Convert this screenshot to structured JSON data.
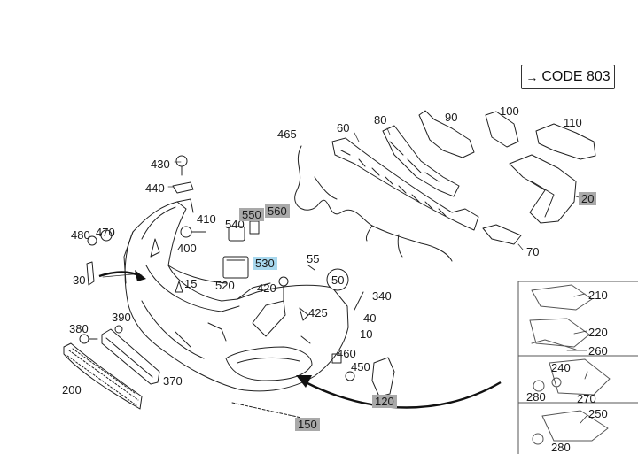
{
  "code_box": {
    "arrow": "→",
    "text": "CODE 803"
  },
  "callouts": {
    "c10": "10",
    "c15": "15",
    "c20": "20",
    "c30": "30",
    "c40": "40",
    "c50": "50",
    "c55": "55",
    "c60": "60",
    "c70": "70",
    "c80": "80",
    "c90": "90",
    "c100": "100",
    "c110": "110",
    "c120": "120",
    "c150": "150",
    "c200": "200",
    "c210": "210",
    "c220": "220",
    "c240": "240",
    "c250": "250",
    "c260": "260",
    "c270": "270",
    "c280a": "280",
    "c280b": "280",
    "c340": "340",
    "c370": "370",
    "c380": "380",
    "c390": "390",
    "c400": "400",
    "c410": "410",
    "c420": "420",
    "c425": "425",
    "c430": "430",
    "c440": "440",
    "c450": "450",
    "c460": "460",
    "c465": "465",
    "c470": "470",
    "c480": "480",
    "c520": "520",
    "c530": "530",
    "c540": "540",
    "c550": "550",
    "c560": "560"
  },
  "colors": {
    "highlight_gray": "#a9a9a9",
    "highlight_blue": "#a8d8ee",
    "line": "#222222"
  }
}
